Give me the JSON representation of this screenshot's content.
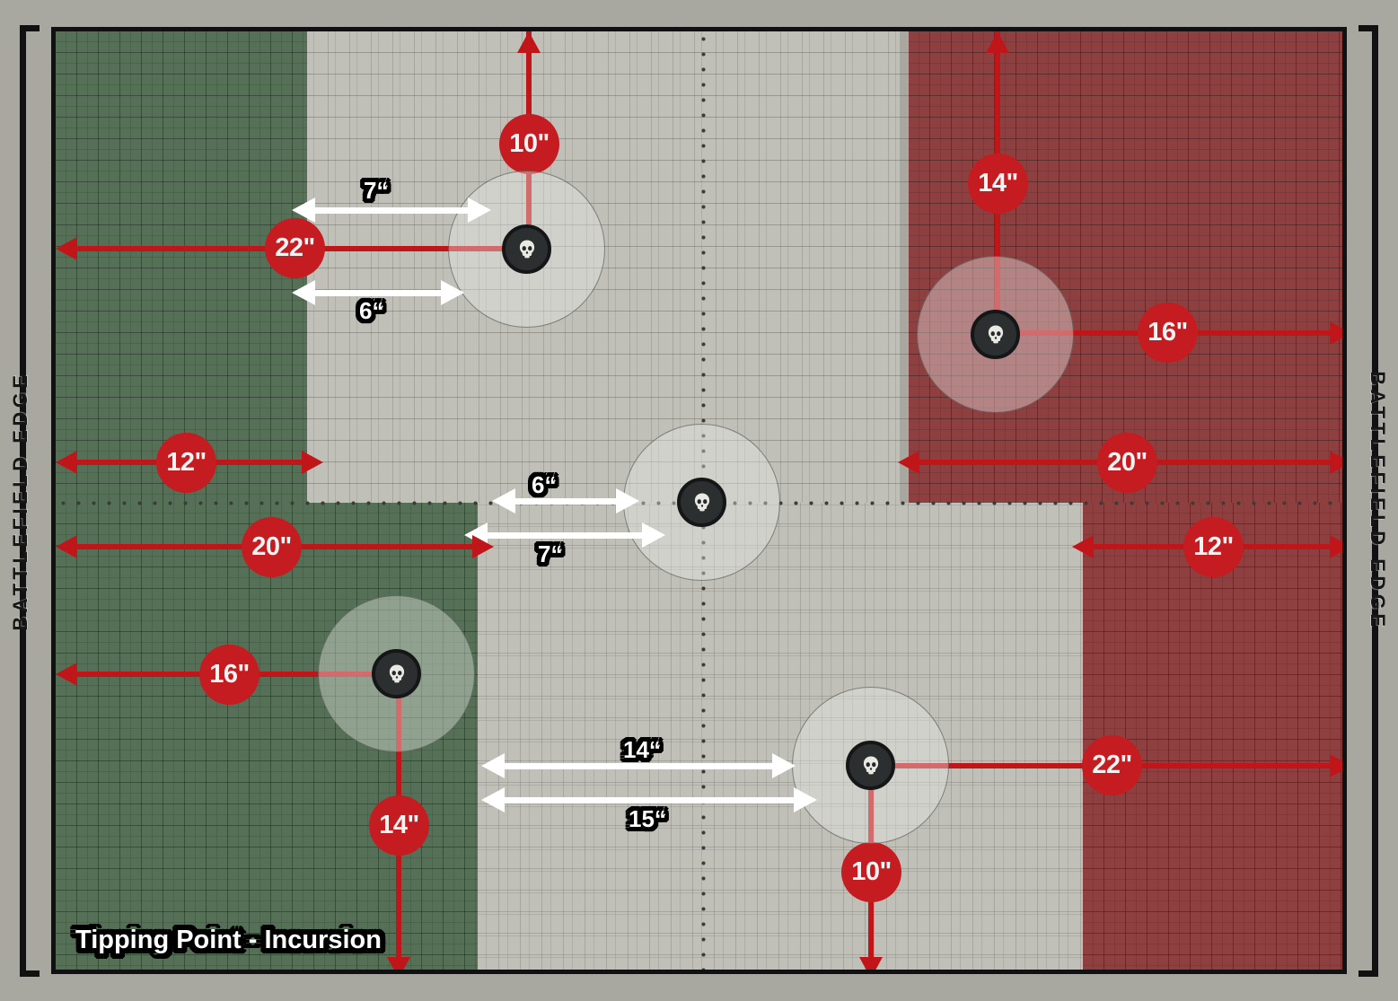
{
  "mission": {
    "title": "Tipping Point - Incursion",
    "board_label_left": "BATTLEFIELD EDGE",
    "board_label_right": "BATTLEFIELD EDGE"
  },
  "colors": {
    "attacker_zone": "#557056",
    "defender_zone": "#8e4040",
    "neutral": "#a8a8a0",
    "neutral_light": "#c8c8c2",
    "measure_red": "#c41c20",
    "measure_white": "#ffffff",
    "marker_dark": "#2b2f30",
    "board_border": "#111111"
  },
  "chart_data": {
    "type": "map",
    "title": "Tipping Point - Incursion",
    "board_inches": {
      "width": 44,
      "height": 30
    },
    "zones": [
      {
        "name": "attacker-zone-top-left",
        "color": "#557056",
        "side": "attacker"
      },
      {
        "name": "attacker-zone-bottom-left",
        "color": "#557056",
        "side": "attacker"
      },
      {
        "name": "defender-zone-top-right",
        "color": "#8e4040",
        "side": "defender"
      },
      {
        "name": "defender-zone-bottom-right",
        "color": "#8e4040",
        "side": "defender"
      }
    ],
    "objectives": [
      {
        "id": "obj-top-left",
        "vertical_label": "10\"",
        "horizontal_label": "22\"",
        "white_top": "7“",
        "white_bottom": "6“"
      },
      {
        "id": "obj-top-right",
        "vertical_label": "14\"",
        "horizontal_label": "16\""
      },
      {
        "id": "obj-center",
        "white_top": "6“",
        "white_bottom": "7“"
      },
      {
        "id": "obj-bottom-left",
        "vertical_label": "14\"",
        "horizontal_label": "16\""
      },
      {
        "id": "obj-bottom-right",
        "vertical_label": "10\"",
        "horizontal_label": "22\"",
        "white_top": "14“",
        "white_bottom": "15“"
      }
    ],
    "zone_widths": [
      {
        "id": "zone-top-left-width",
        "label": "12\""
      },
      {
        "id": "zone-bottom-left-width",
        "label": "20\""
      },
      {
        "id": "zone-top-right-width",
        "label": "20\""
      },
      {
        "id": "zone-bottom-right-width",
        "label": "12\""
      }
    ]
  },
  "measurements": {
    "red": {
      "obj_tl_up": "10\"",
      "obj_tl_left": "22\"",
      "obj_tr_up": "14\"",
      "obj_tr_right": "16\"",
      "obj_bl_left": "16\"",
      "obj_bl_down": "14\"",
      "obj_br_right": "22\"",
      "obj_br_down": "10\"",
      "zone_tl_width": "12\"",
      "zone_bl_width": "20\"",
      "zone_tr_width": "20\"",
      "zone_br_width": "12\""
    },
    "white": {
      "tl_top": "7“",
      "tl_bottom": "6“",
      "center_top": "6“",
      "center_bottom": "7“",
      "br_top": "14“",
      "br_bottom": "15“"
    }
  },
  "icons": {
    "objective": "skull-icon"
  }
}
